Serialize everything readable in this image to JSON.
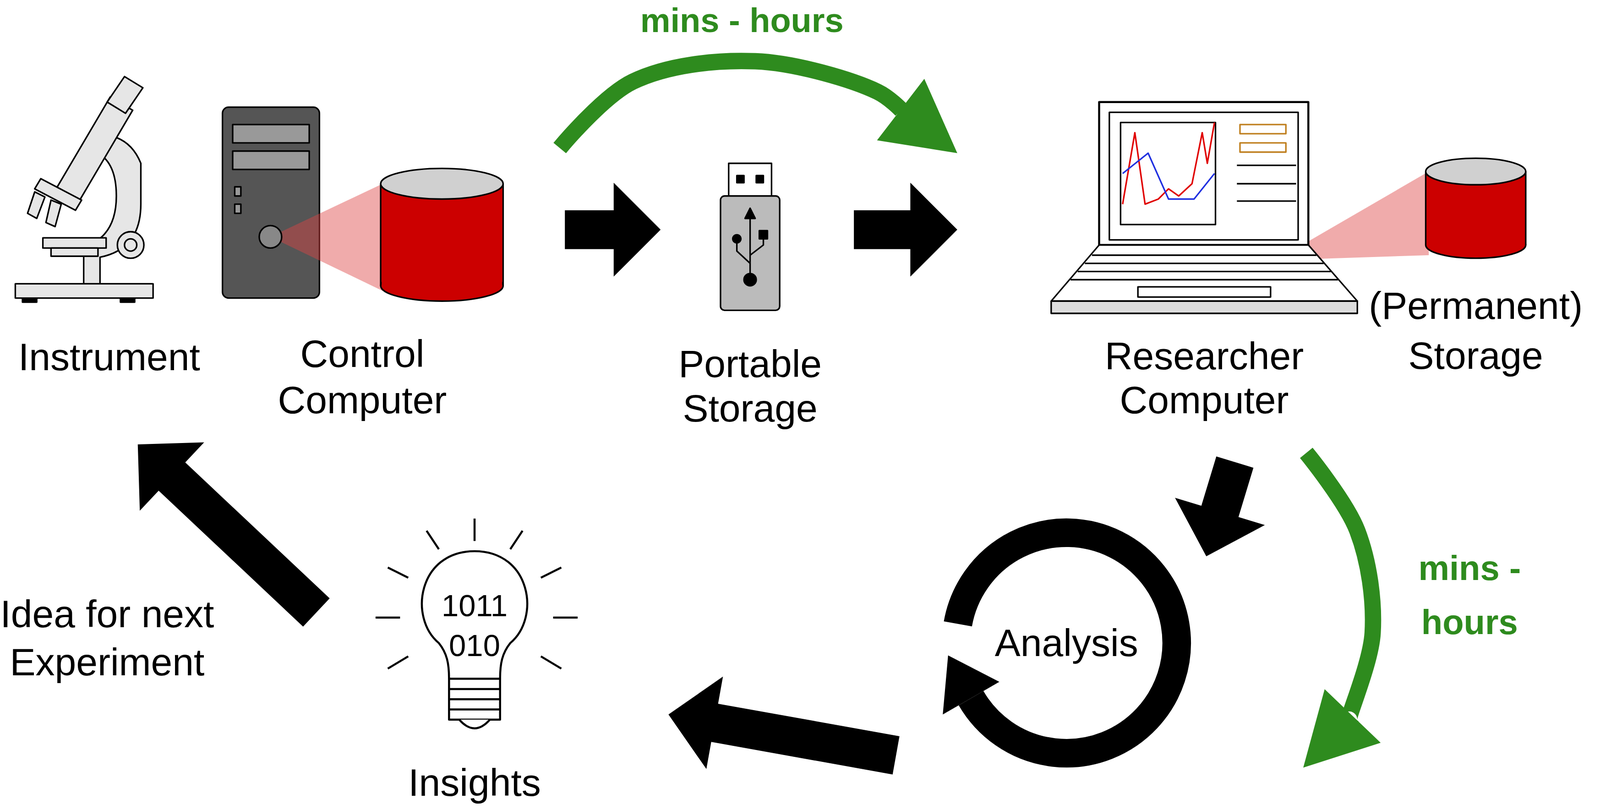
{
  "diagram": {
    "nodes": [
      {
        "text": [
          "Instrument"
        ]
      },
      {
        "text": [
          "Control Computer"
        ]
      },
      {
        "text": [
          "Portable Storage"
        ]
      },
      {
        "text": [
          "Researcher Computer"
        ]
      },
      {
        "text": [
          "(Permanent) Storage"
        ]
      },
      {
        "text": [
          "Analysis"
        ]
      },
      {
        "text": [
          "1011 010",
          "Insights"
        ]
      }
    ],
    "edges": [
      {
        "from": 1,
        "to": 2,
        "arrow": "to"
      },
      {
        "from": 2,
        "to": 3,
        "arrow": "to"
      },
      {
        "from": 1,
        "to": 3,
        "arrow": "to",
        "label": "mins - hours"
      },
      {
        "from": 3,
        "to": 5,
        "arrow": "to"
      },
      {
        "from": 3,
        "to": 5,
        "arrow": "to",
        "label": "mins - hours"
      },
      {
        "from": 5,
        "to": 6,
        "arrow": "to"
      },
      {
        "from": 6,
        "to": 0,
        "arrow": "to",
        "label": "Idea for next Experiment"
      }
    ]
  }
}
